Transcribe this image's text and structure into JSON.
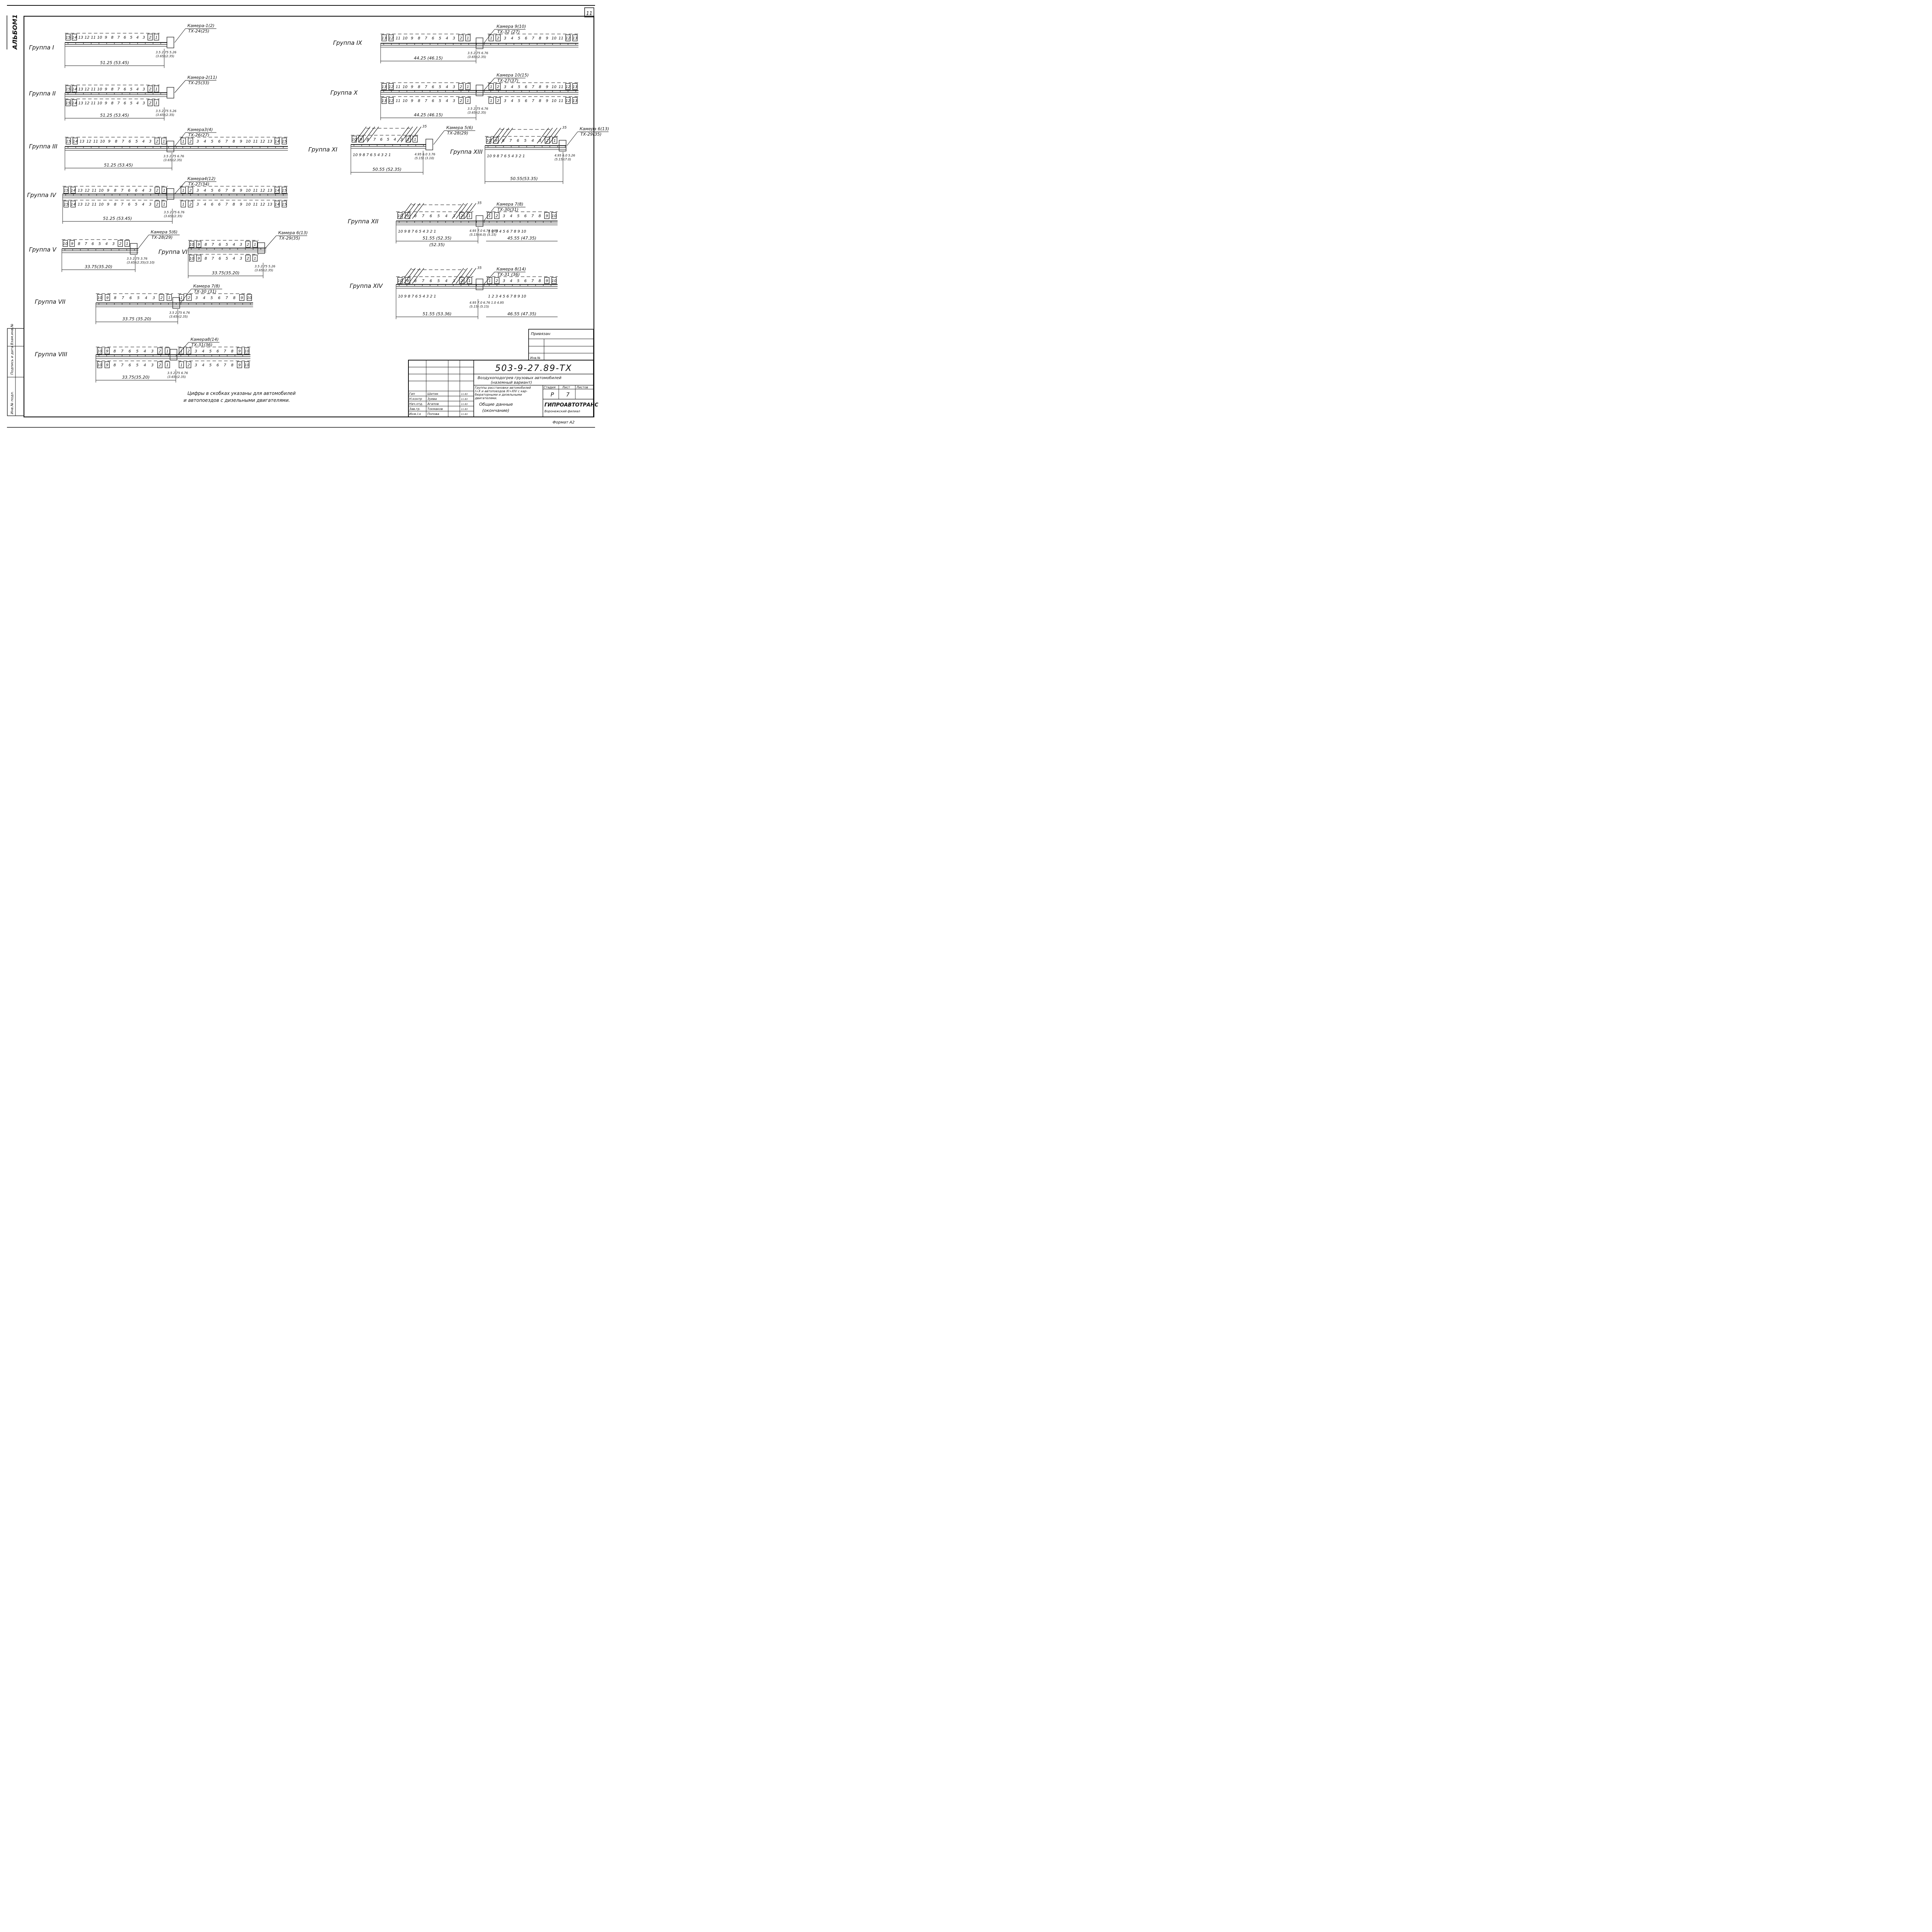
{
  "album": "АЛЬБОМ1",
  "sheet_corner": "11",
  "groups": [
    {
      "id": "g1",
      "label": "Группа I",
      "camera": "Камера-1(2)",
      "tx": "ТХ-24(25)",
      "nums": "15 14 13 12 11 10 9 8 7 6 5 4 3 2 1",
      "nums_b": "",
      "total": "51.25 (53.45)",
      "dims": "3.5 2.75 5.26",
      "dims_alt": "(3.65)(2.35)"
    },
    {
      "id": "g2",
      "label": "Группа II",
      "camera": "Камера-2(11)",
      "tx": "ТХ-25(33)",
      "nums": "15 14 13 12 11 10 9 8 7 6 5 4 3 2 1",
      "nums_b": "15 14 13 12 11 10 9 8 7 6 5 4 3 2 1",
      "total": "51.25 (53.45)",
      "dims": "3.5 2.75 5.26",
      "dims_alt": "(3.65)(2.35)"
    },
    {
      "id": "g3",
      "label": "Группа III",
      "camera": "Камера3(4)",
      "tx": "ТХ-26(27)",
      "nums": "15 14 13 12 11 10 9 8 7 6 5 4 3 2 1",
      "nums_r": "1 2 3 4 5 6 7 8 9 10 11 12 13 14 15",
      "nums_b": "",
      "total": "51.25 (53.45)",
      "dims": "3.5 2.75 6.76",
      "dims_alt": "(3.65)(2.35)"
    },
    {
      "id": "g4",
      "label": "Группа IV",
      "camera": "Камера4(12)",
      "tx": "ТХ-27(34)",
      "nums": "15 14 13 12 11 10 9 8 7 6 6 4 3 2 1",
      "nums_r": "1 2 3 4 5 6 7 8 9 10 11 12 13 14 15",
      "nums_b": "15 14 13 12 11 10 9 8 7 6 5 4 3 2 1",
      "nums_rb": "1 2 3 4 6 6 7 8 9 10 11 12 13 14 15",
      "total": "51.25 (53.45)",
      "dims": "3.5 2.75 6.76",
      "dims_alt": "(3.65)(2.35)"
    },
    {
      "id": "g5",
      "label": "Группа V",
      "camera": "Камера 5(6)",
      "tx": "ТХ-28(29)",
      "nums": "10 9 8 7 6 5 4 3 2 1",
      "total": "33.75(35.20)",
      "dims": "3.5 2.75 3.76",
      "dims_alt": "(3.65)(2.35)(3.10)"
    },
    {
      "id": "g6",
      "label": "Группа VI",
      "camera": "Камера 6(13)",
      "tx": "ТХ-29(35)",
      "nums": "10 9 8 7 6 5 4 3 2 1",
      "nums_b": "10 9 8 7 6 5 4 3 2 1",
      "total": "33.75(35.20)",
      "dims": "3.5 2.75 5.26",
      "dims_alt": "(3.65)(2.35)"
    },
    {
      "id": "g7",
      "label": "Группа VII",
      "camera": "Камера 7(8)",
      "tx": "ТХ-30 (31)",
      "nums": "10 9 8 7 6 5 4 3 2 1",
      "nums_r": "1 2 3 4 5 6 7 8 9 10",
      "total": "33.75 (35.20)",
      "dims": "3.5 2.75 6.76",
      "dims_alt": "(3.65)(2.35)"
    },
    {
      "id": "g8",
      "label": "Группа VIII",
      "camera": "Камера8(14)",
      "tx": "ТХ-31(36)",
      "nums": "10 9 8 7 6 5 4 3 2 1",
      "nums_r": "1 2 3 4 5 6 7 8 9 10",
      "nums_b": "10 9 8 7 6 5 4 3 2 1",
      "nums_rb": "1 2 3 4 5 6 7 8 9 10",
      "total": "33.75(35.20)",
      "dims": "3.5 2.75 6.76",
      "dims_alt": "(3.65)(2.35)"
    },
    {
      "id": "g9",
      "label": "Группа IX",
      "camera": "Камера 9(10)",
      "tx": "ТХ-32 (27)",
      "nums": "13 12 11 10 9 8 7 6 5 4 3 2 1",
      "nums_r": "1 2 3 4 5 6 7 8 9 10 11 12 13",
      "total": "44.25 (46.15)",
      "dims": "3.5 2.75 6.76",
      "dims_alt": "(3.65)(2.35)"
    },
    {
      "id": "g10",
      "label": "Группа X",
      "camera": "Камера 10(15)",
      "tx": "ТХ-27(37)",
      "nums": "13 12 11 10 9 8 7 6 5 4 3 2 1",
      "nums_r": "1 2 3 4 5 6 7 8 9 10 11 12 13",
      "nums_b": "13 12 11 10 9 8 7 6 5 4 3 2 1",
      "nums_rb": "1 2 3 4 5 6 7 8 9 10 11 12 13",
      "total": "44.25 (46.15)",
      "dims": "3.5 2.75 6.76",
      "dims_alt": "(3.65)(2.35)"
    },
    {
      "id": "g11",
      "label": "Группа XI",
      "camera": "Камера 5(6)",
      "tx": "ТХ-28(29)",
      "nums": "10 9 8 7 6 5 4 3 2 1",
      "total": "50.55 (52.35)",
      "dims": "4.95 6.0 3.76",
      "dims_alt": "(5.15) (3.10)",
      "angle": "35"
    },
    {
      "id": "g12",
      "label": "Группа XII",
      "camera": "Камера 7(8)",
      "tx": "ТХ-30(31)",
      "nums": "10 9 8 7 6 5 4 3 2 1",
      "nums_r": "1 2 3 4 5 6 7 8 9 10",
      "total": "51.55 (52.35)",
      "total_alt": "(52.35)",
      "total_r": "45.55 (47.35)",
      "dims": "4.95 7.0 6.76 4.95",
      "dims_alt": "(5.15)(6.0) (5.15)",
      "angle": "35"
    },
    {
      "id": "g13",
      "label": "Группа XIII",
      "camera": "Камера 6(13)",
      "tx": "ТХ-29(35)",
      "nums": "10 9 8 7 6 5 4 3 2 1",
      "total": "50.55(53.35)",
      "dims": "4.95 6.0 5.26",
      "dims_alt": "(5.15)(7.0)",
      "angle": "35"
    },
    {
      "id": "g14",
      "label": "Группа XIV",
      "camera": "Камера 8(14)",
      "tx": "ТХ-31 (36)",
      "nums": "10 9 8 7 6 5 4 3 2 1",
      "nums_r": "1 2 3 4 5 6 7 8 9 10",
      "total": "51.55 (53.36)",
      "total_r": "46.55 (47.35)",
      "dims": "4.95 7.0 6.76 1.0 4.95",
      "dims_alt": "(5.15) (5.15)",
      "angle": "35"
    }
  ],
  "note": [
    "Цифры в скобках указаны для автомобилей",
    "и автопоездов с дизельными двигателями."
  ],
  "side_stamp": [
    "Инв.№ подл.",
    "Подпись и дата",
    "Взам.инв.№"
  ],
  "stamp": {
    "privyazan": "Привязан",
    "inv": "Инв.№",
    "code": "503-9-27.89-ТХ",
    "title": [
      "Воздухоподогрев грузовых автомобилей",
      "(наземный вариант)"
    ],
    "subtitle": [
      "Группы расстановки автомобилей",
      "I÷X и автопоездов XI÷XIV с кар-",
      "бюраторными и дизельными",
      "двигателями."
    ],
    "sheet_name": [
      "Общие данные",
      "(окончание)"
    ],
    "hdr": {
      "stage": "Стадия",
      "sheet": "Лист",
      "sheets": "Листов"
    },
    "vals": {
      "stage": "Р",
      "sheet": "7",
      "sheets": ""
    },
    "org": [
      "ГИПРОАВТОТРАНС",
      "Воронежский филиал"
    ],
    "people": [
      {
        "role": "Гип",
        "name": "Шитик"
      },
      {
        "role": "Н.контр",
        "name": "Зуева"
      },
      {
        "role": "Нач.отд.",
        "name": "Агапов"
      },
      {
        "role": "Зав.гр.",
        "name": "Токмаков"
      },
      {
        "role": "Инж.I.к",
        "name": "Попова"
      }
    ],
    "date": "11.83",
    "format": "Формат А2"
  }
}
